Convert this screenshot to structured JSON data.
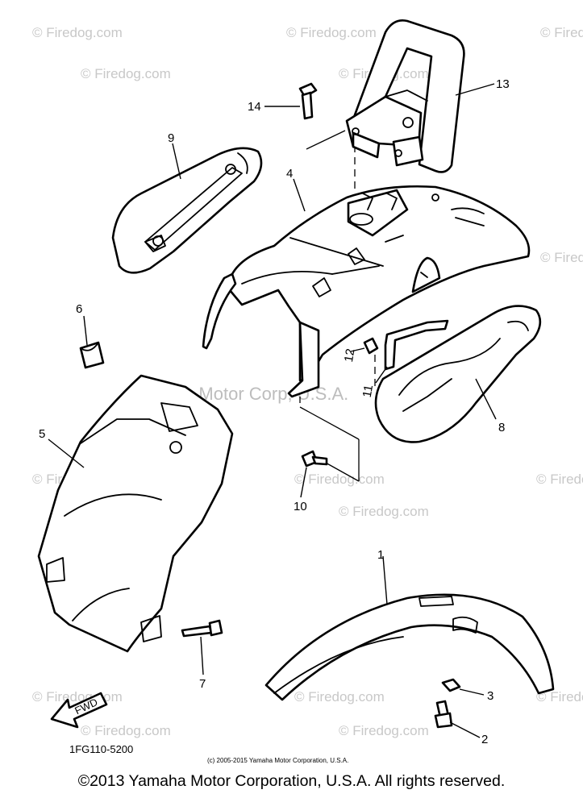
{
  "watermarks": {
    "small": "© Firedog.com",
    "large": "Yamaha Motor Corp, U.S.A."
  },
  "callouts": {
    "p1": "1",
    "p2": "2",
    "p3": "3",
    "p4": "4",
    "p5": "5",
    "p6": "6",
    "p7": "7",
    "p8": "8",
    "p9": "9",
    "p10": "10",
    "p11": "11",
    "p12": "12",
    "p13": "13",
    "p14": "14"
  },
  "arrow_label": "FWD",
  "diagram_code": "1FG110-5200",
  "small_copyright": "(c) 2005-2015 Yamaha Motor Corporation, U.S.A.",
  "footer_copyright": "©2013 Yamaha Motor Corporation, U.S.A. All rights reserved.",
  "icons": [
    "forward-arrow-icon"
  ]
}
